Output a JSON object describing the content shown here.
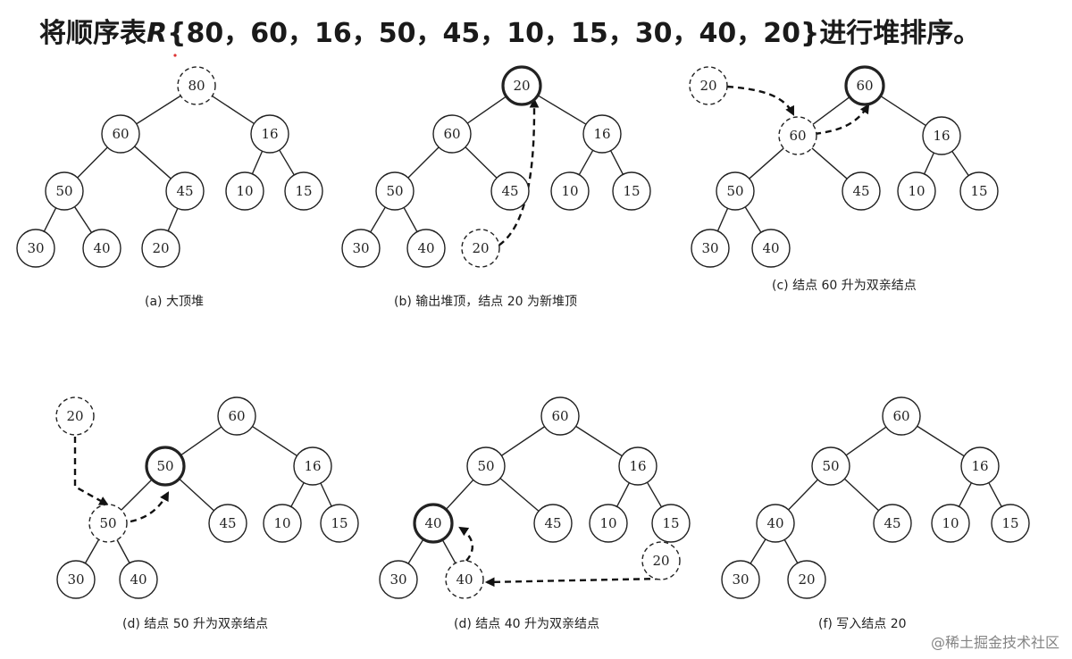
{
  "title": {
    "prefix": "将顺序表",
    "r": "R",
    "seq": "{80，60，16，50，45，10，15，30，40，20}",
    "suffix": "进行堆排序。"
  },
  "watermark": "@稀土掘金技术社区",
  "panels": [
    {
      "caption": "(a)  大顶堆",
      "nodes": [
        {
          "v": "80",
          "s": "dashed"
        },
        {
          "v": "60"
        },
        {
          "v": "16"
        },
        {
          "v": "50"
        },
        {
          "v": "45"
        },
        {
          "v": "10"
        },
        {
          "v": "15"
        },
        {
          "v": "30"
        },
        {
          "v": "40"
        },
        {
          "v": "20"
        }
      ]
    },
    {
      "caption": "(b)  输出堆顶，结点 20 为新堆顶",
      "nodes": [
        {
          "v": "20",
          "s": "bold"
        },
        {
          "v": "60"
        },
        {
          "v": "16"
        },
        {
          "v": "50"
        },
        {
          "v": "45"
        },
        {
          "v": "10"
        },
        {
          "v": "15"
        },
        {
          "v": "30"
        },
        {
          "v": "40"
        },
        {
          "v": "20",
          "s": "dashed"
        }
      ]
    },
    {
      "caption": "(c)  结点 60 升为双亲结点",
      "nodes": [
        {
          "v": "20",
          "s": "dashed"
        },
        {
          "v": "60",
          "s": "bold"
        },
        {
          "v": "60",
          "s": "dashed"
        },
        {
          "v": "16"
        },
        {
          "v": "50"
        },
        {
          "v": "45"
        },
        {
          "v": "10"
        },
        {
          "v": "15"
        },
        {
          "v": "30"
        },
        {
          "v": "40"
        }
      ]
    },
    {
      "caption": "(d)  结点 50 升为双亲结点",
      "nodes": [
        {
          "v": "20",
          "s": "dashed"
        },
        {
          "v": "60"
        },
        {
          "v": "50",
          "s": "bold"
        },
        {
          "v": "16"
        },
        {
          "v": "50",
          "s": "dashed"
        },
        {
          "v": "45"
        },
        {
          "v": "10"
        },
        {
          "v": "15"
        },
        {
          "v": "30"
        },
        {
          "v": "40"
        }
      ]
    },
    {
      "caption": "(d)  结点 40 升为双亲结点",
      "nodes": [
        {
          "v": "60"
        },
        {
          "v": "50"
        },
        {
          "v": "16"
        },
        {
          "v": "40",
          "s": "bold"
        },
        {
          "v": "45"
        },
        {
          "v": "10"
        },
        {
          "v": "15"
        },
        {
          "v": "20",
          "s": "dashed"
        },
        {
          "v": "30"
        },
        {
          "v": "40",
          "s": "dashed"
        }
      ]
    },
    {
      "caption": "(f)  写入结点 20",
      "nodes": [
        {
          "v": "60"
        },
        {
          "v": "50"
        },
        {
          "v": "16"
        },
        {
          "v": "40"
        },
        {
          "v": "45"
        },
        {
          "v": "10"
        },
        {
          "v": "15"
        },
        {
          "v": "30"
        },
        {
          "v": "20"
        }
      ]
    }
  ]
}
